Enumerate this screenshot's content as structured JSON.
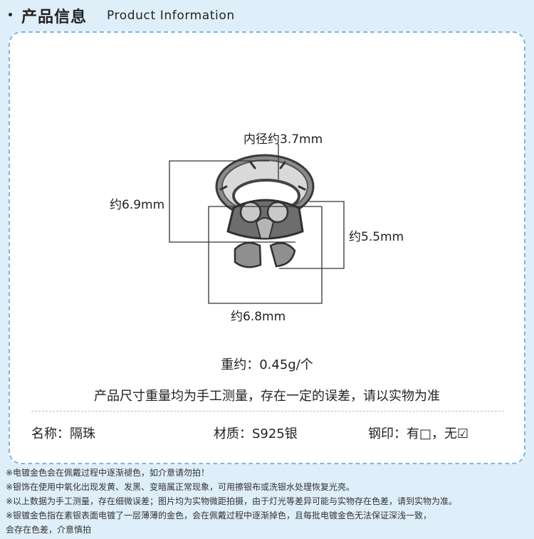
{
  "header": {
    "title_cn": "产品信息",
    "title_en": "Product Information"
  },
  "measurements": {
    "inner_diameter": "内径约3.7mm",
    "height": "约6.9mm",
    "depth": "约5.5mm",
    "width": "约6.8mm"
  },
  "weight": "重约：0.45g/个",
  "measure_note": "产品尺寸重量均为手工测量，存在一定的误差，请以实物为准",
  "attributes": {
    "name": "名称：隔珠",
    "material": "材质：S925银",
    "stamp": "钢印：有□，无☑"
  },
  "footer_notes": [
    "※电镀金色会在佩戴过程中逐渐褪色，如介意请勿拍！",
    "※银饰在使用中氧化出现发黄、发黑、变暗属正常现象，可用擦银布或洗银水处理恢复光亮。",
    "※以上数据为手工测量，存在细微误差；图片均为实物微距拍摄，由于灯光等差异可能与实物存在色差，请到实物为准。",
    "※银镀金色指在素银表面电镀了一层薄薄的金色，会在佩戴过程中逐渐掉色，且每批电镀金色无法保证深浅一致，",
    "会存在色差，介意慎拍"
  ]
}
